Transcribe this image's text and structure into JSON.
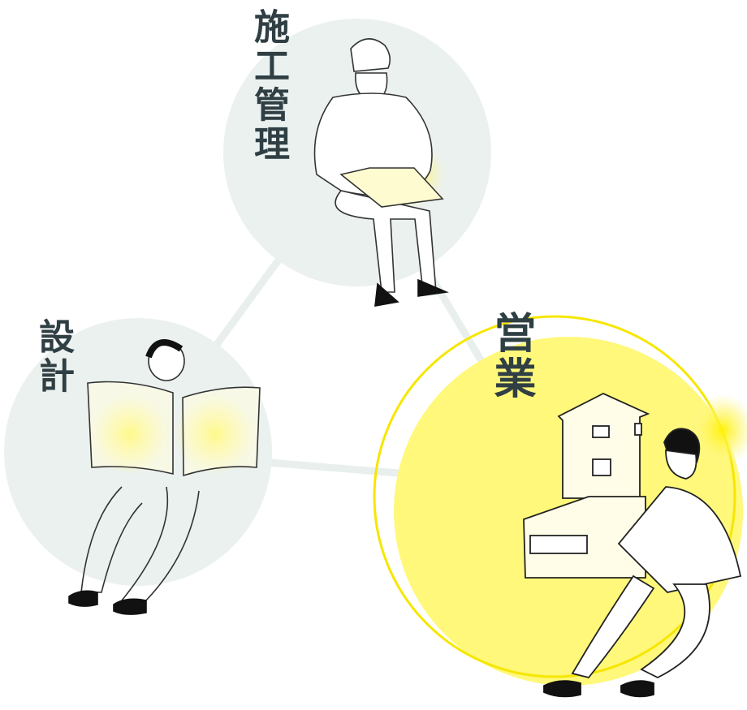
{
  "diagram": {
    "type": "role-triangle",
    "colors": {
      "inactive_circle": "#ebf1ef",
      "connector_line": "#e8efed",
      "active_fill": "#fff87a",
      "active_ring": "#f7e600",
      "label_text": "#2f3f44",
      "highlight_glow": "#fff200"
    },
    "roles": [
      {
        "id": "construction-management",
        "label": "施工管理",
        "active": false,
        "illustration": "worker-in-helmet-reading-plans"
      },
      {
        "id": "design",
        "label": "設計",
        "active": false,
        "illustration": "designer-holding-blueprints"
      },
      {
        "id": "sales",
        "label": "営業",
        "active": true,
        "illustration": "salesperson-holding-houses"
      }
    ]
  }
}
